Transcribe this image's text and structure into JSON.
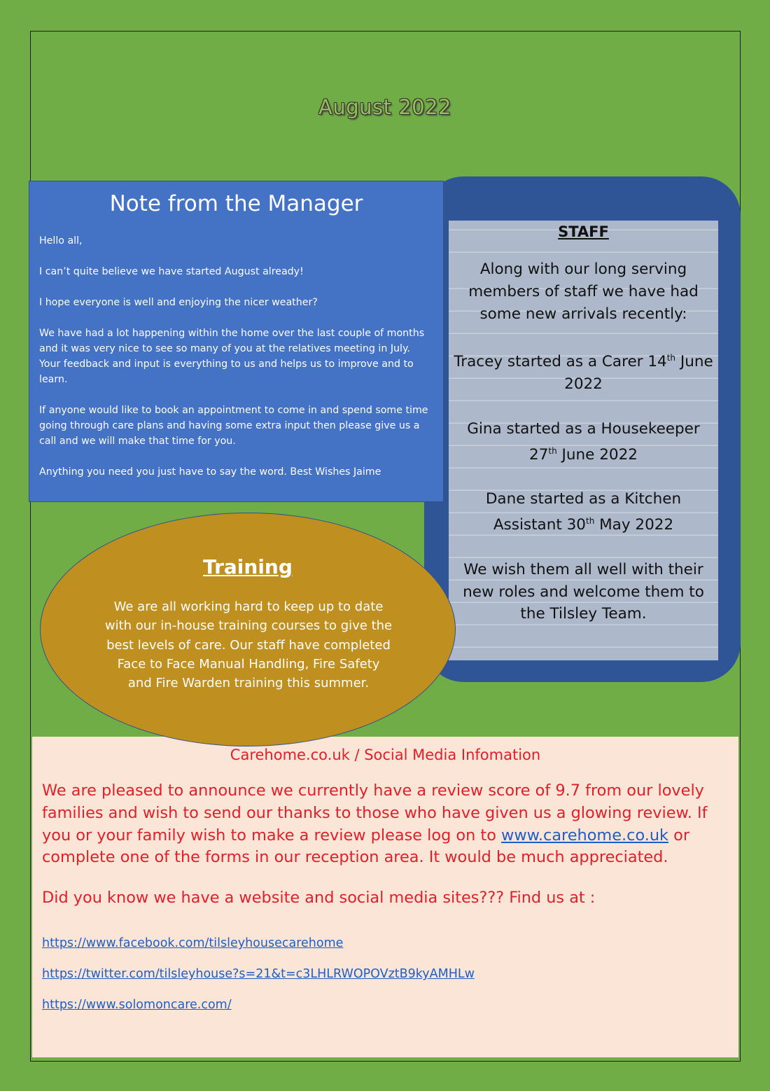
{
  "page": {
    "title": "August 2022"
  },
  "manager": {
    "heading": "Note from the Manager",
    "paragraphs": [
      "Hello all,",
      "I can’t quite believe we have started August already!",
      "I hope everyone is well and enjoying the nicer weather?",
      "We have had a lot happening within the home over the last couple of months and it was very nice to see so many of you at the relatives meeting in July. Your feedback and input is everything to us and helps us to improve and to learn.",
      "If anyone would like to book an appointment to come in and spend some time going through care plans and having some extra input then please give us a call and we will make that time for you.",
      "Anything you need you just have to say the word.   Best Wishes Jaime"
    ]
  },
  "staff": {
    "heading": "STAFF",
    "intro": "Along with our long serving members of staff we have had some new arrivals recently:",
    "arrivals": [
      {
        "before": "Tracey started as a Carer 14",
        "sup": "th",
        "after": " June 2022"
      },
      {
        "before": "Gina started as a Housekeeper 27",
        "sup": "th",
        "after": " June 2022"
      },
      {
        "before": "Dane started as a Kitchen Assistant 30",
        "sup": "th",
        "after": " May 2022"
      }
    ],
    "closing": "We wish them all well with their new roles and welcome them to the Tilsley Team."
  },
  "training": {
    "heading": "Training",
    "text": "We are all working hard to keep up to date with our in-house training courses to give the best levels of care.  Our staff have completed Face to Face Manual Handling, Fire Safety and Fire Warden training this summer."
  },
  "media": {
    "heading": "Carehome.co.uk / Social Media Infomation",
    "review_before": "We are pleased to announce we currently have a review score of 9.7 from our lovely families and wish to send our thanks to those who have given us a glowing review.  If you or your family wish to make a review please log on to ",
    "review_link": "www.carehome.co.uk",
    "review_after": " or complete one of the forms in our reception area.  It would be much appreciated.",
    "find_us": "Did you know we have a website and social media sites??? Find us at :",
    "links": [
      "https://www.facebook.com/tilsleyhousecarehome",
      "https://twitter.com/tilsleyhouse?s=21&t=c3LHLRWOPOVztB9kyAMHLw",
      "https://www.solomoncare.com/"
    ]
  }
}
